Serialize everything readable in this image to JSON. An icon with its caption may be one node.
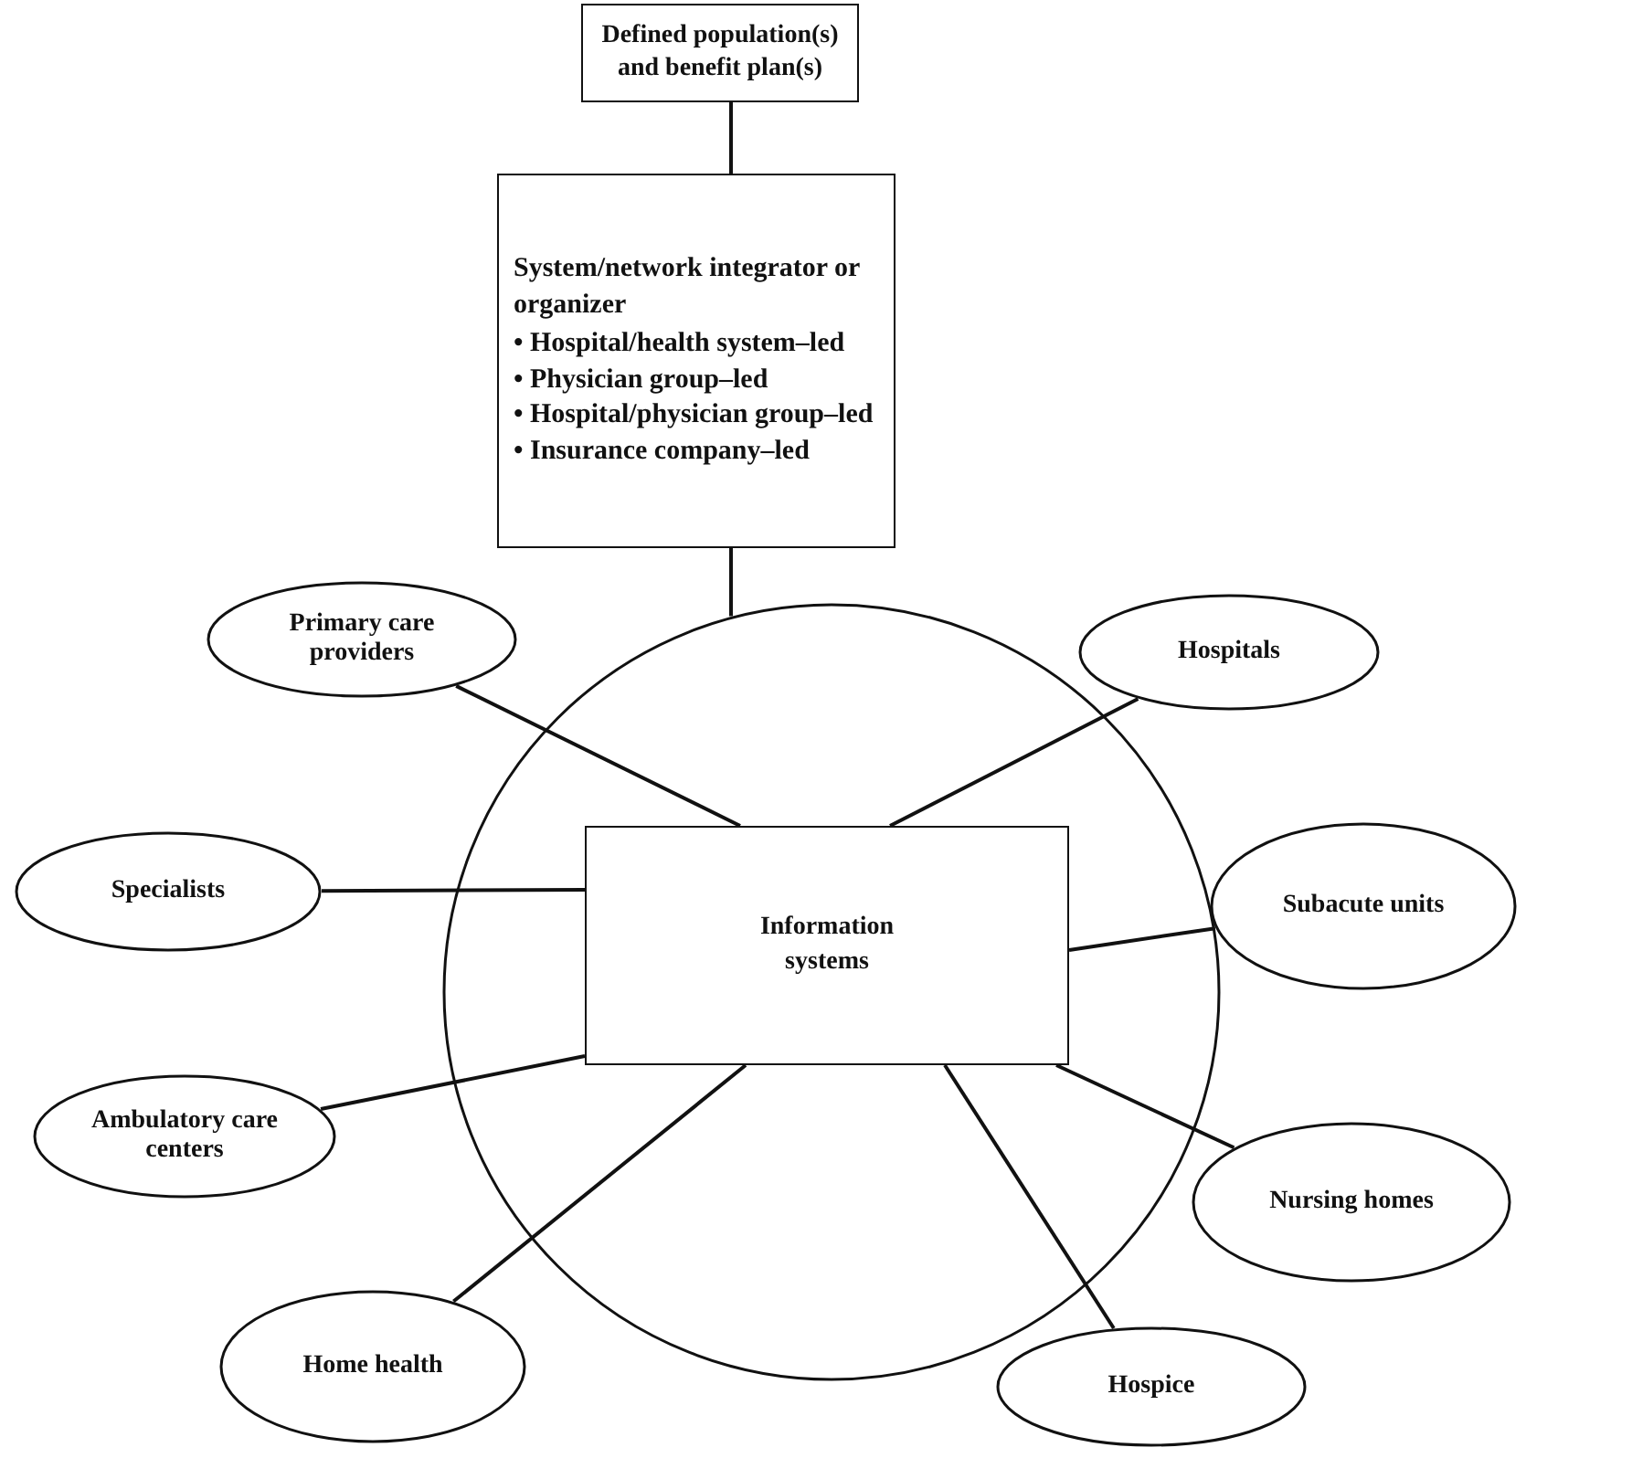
{
  "diagram": {
    "nodes": [
      {
        "text": [
          "Defined population(s) and benefit plan(s)"
        ]
      },
      {
        "text": [
          "System/network integrator or organizer",
          "• Hospital/health system–led",
          "• Physician group–led",
          "• Hospital/physician group–led",
          "• Insurance company–led"
        ]
      },
      {
        "text": [],
        "shape": "circle"
      },
      {
        "text": [
          "Primary care providers"
        ]
      },
      {
        "text": [
          "Hospitals"
        ]
      },
      {
        "text": [
          "Specialists"
        ]
      },
      {
        "text": [
          "Information systems"
        ],
        "in": 2
      },
      {
        "text": [
          "Subacute units"
        ]
      },
      {
        "text": [
          "Ambulatory care centers"
        ]
      },
      {
        "text": [
          "Nursing homes"
        ]
      },
      {
        "text": [
          "Home health"
        ]
      },
      {
        "text": [
          "Hospice"
        ]
      }
    ],
    "edges": [
      {
        "from": 0,
        "to": 1,
        "arrow": "none"
      },
      {
        "from": 1,
        "to": 2,
        "arrow": "none"
      },
      {
        "from": 3,
        "to": 6,
        "arrow": "none"
      },
      {
        "from": 4,
        "to": 6,
        "arrow": "none"
      },
      {
        "from": 5,
        "to": 6,
        "arrow": "none"
      },
      {
        "from": 7,
        "to": 6,
        "arrow": "none"
      },
      {
        "from": 8,
        "to": 6,
        "arrow": "none"
      },
      {
        "from": 9,
        "to": 6,
        "arrow": "none"
      },
      {
        "from": 10,
        "to": 6,
        "arrow": "none"
      },
      {
        "from": 11,
        "to": 6,
        "arrow": "none"
      }
    ]
  }
}
